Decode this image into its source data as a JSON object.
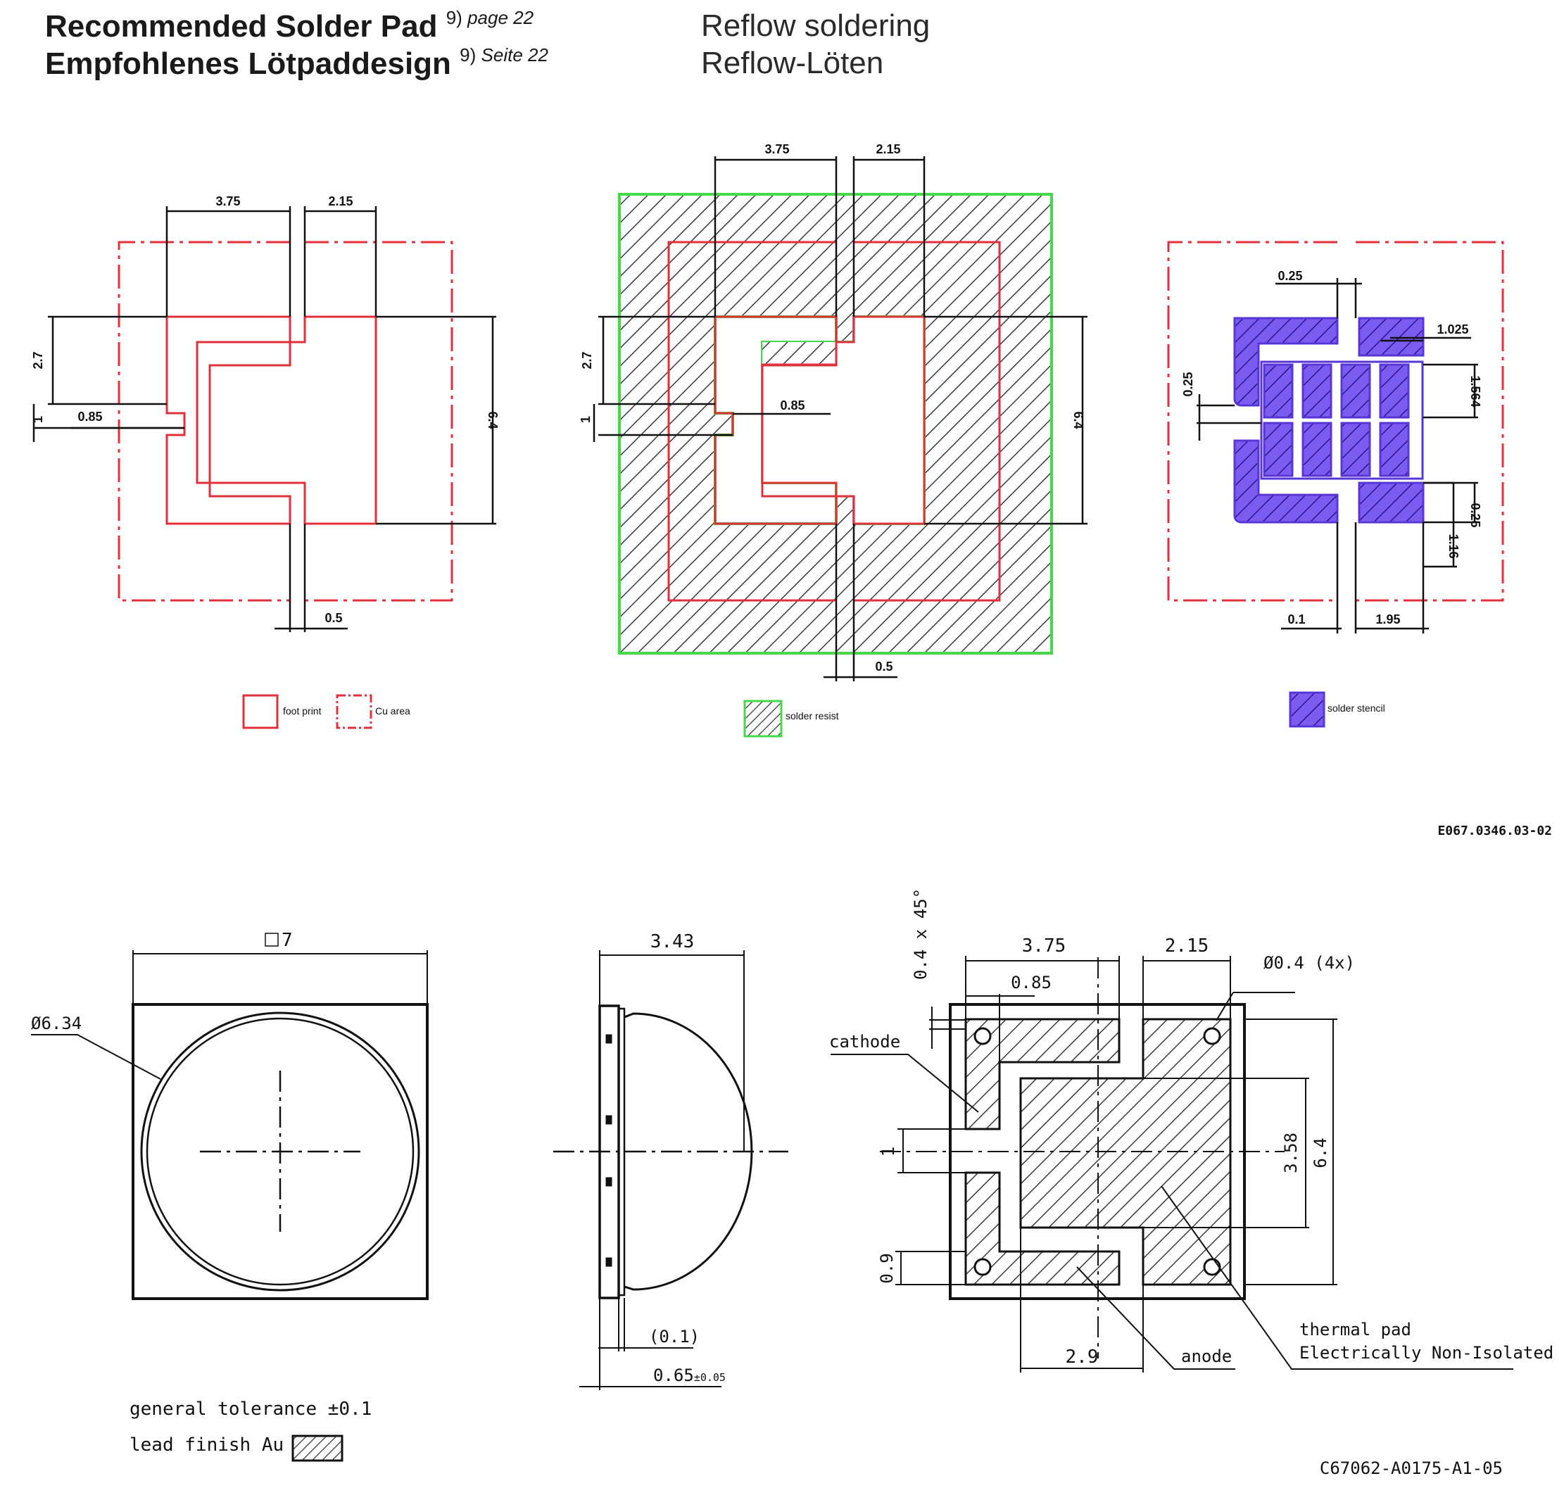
{
  "header": {
    "title_en": "Recommended Solder Pad",
    "title_de": "Empfohlenes Lötpaddesign",
    "ref_num_en": "9)",
    "ref_page_en": "page 22",
    "ref_num_de": "9)",
    "ref_page_de": "Seite 22",
    "process_en": "Reflow soldering",
    "process_de": "Reflow-Löten"
  },
  "footprint_view": {
    "dim_pad_width": "3.75",
    "dim_pad2_width": "2.15",
    "dim_top": "2.7",
    "dim_gap": "1",
    "dim_lead": "0.85",
    "dim_height": "6.4",
    "dim_slot": "0.5"
  },
  "solder_resist_view": {
    "dim_pad_width": "3.75",
    "dim_pad2_width": "2.15",
    "dim_top": "2.7",
    "dim_gap": "1",
    "dim_lead": "0.85",
    "dim_height": "6.4",
    "dim_slot": "0.5"
  },
  "stencil_view": {
    "dim_gap_top": "0.25",
    "dim_cell_w": "1.025",
    "dim_gap_left": "0.25",
    "dim_cell_h": "1.564",
    "dim_gap_right": "0.25",
    "dim_bottom": "1.16",
    "dim_slot": "0.1",
    "dim_bottom_w": "1.95"
  },
  "legends": {
    "foot_print": "foot print",
    "cu_area": "Cu area",
    "solder_resist": "solder resist",
    "solder_stencil": "solder stencil"
  },
  "drawing_code_top": "E067.0346.03-02",
  "front_view": {
    "dim_square": "7",
    "dim_diameter": "Ø6.34"
  },
  "side_view": {
    "dim_height": "3.43",
    "dim_gap": "(0.1)",
    "dim_base_value": "0.65",
    "dim_base_tol": "±0.05"
  },
  "bottom_view": {
    "dim_chamfer": "0.4 x 45°",
    "dim_pad_width": "3.75",
    "dim_pad2_width": "2.15",
    "dim_lead": "0.85",
    "dim_holes": "Ø0.4 (4x)",
    "label_cathode": "cathode",
    "dim_gap": "1",
    "dim_thermal_h": "3.58",
    "dim_height": "6.4",
    "dim_lead_h": "0.9",
    "dim_thermal_w": "2.9",
    "label_anode": "anode",
    "label_thermal_1": "thermal pad",
    "label_thermal_2": "Electrically Non-Isolated"
  },
  "notes": {
    "tolerance": "general tolerance ±0.1",
    "lead_finish": "lead finish Au"
  },
  "drawing_code_bottom": "C67062-A0175-A1-05",
  "colors": {
    "footprint": "#e0303c",
    "solder_resist_border": "#44d84a",
    "stencil_fill": "#6a40e0",
    "stencil_hatch": "#2b1c9c",
    "line": "#111111",
    "hatch": "#333333"
  }
}
